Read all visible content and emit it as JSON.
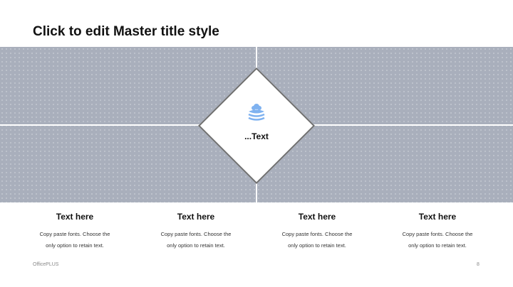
{
  "title": "Click to edit Master title style",
  "center": {
    "label": "...Text",
    "icon": "cloud-layers-icon",
    "icon_color": "#7fb2f0"
  },
  "columns": [
    {
      "heading": "Text here",
      "body": "Copy paste fonts. Choose the only option to retain text."
    },
    {
      "heading": "Text here",
      "body": "Copy paste fonts. Choose the only option to retain text."
    },
    {
      "heading": "Text here",
      "body": "Copy paste fonts. Choose the only option to retain text."
    },
    {
      "heading": "Text here",
      "body": "Copy paste fonts. Choose the only option to retain text."
    }
  ],
  "footer": {
    "brand": "OfficePLUS",
    "page": "8"
  }
}
